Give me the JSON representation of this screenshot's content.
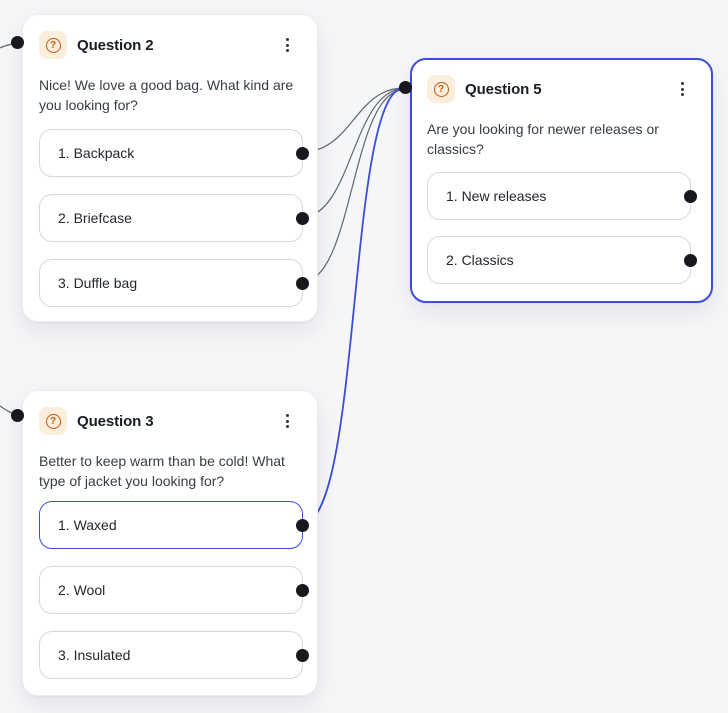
{
  "flow": {
    "canvas_background": "#f5f6f8",
    "accent_color": "#3d4ed8",
    "edge_color": "#63666d",
    "port_color": "#17191e",
    "icon_color": "#c05a12",
    "icon_background": "#fbeedd",
    "question_icon_glyph": "?",
    "nodes": [
      {
        "id": "question-2",
        "title": "Question 2",
        "body": "Nice! We love a good bag. What kind are you looking for?",
        "selected": false,
        "options": [
          {
            "label": "1. Backpack",
            "selected": false
          },
          {
            "label": "2. Briefcase",
            "selected": false
          },
          {
            "label": "3. Duffle bag",
            "selected": false
          }
        ]
      },
      {
        "id": "question-5",
        "title": "Question 5",
        "body": "Are you looking for newer releases or classics?",
        "selected": true,
        "options": [
          {
            "label": "1. New releases",
            "selected": false
          },
          {
            "label": "2. Classics",
            "selected": false
          }
        ]
      },
      {
        "id": "question-3",
        "title": "Question 3",
        "body": "Better to keep warm than be cold! What type of jacket you looking for?",
        "selected": false,
        "options": [
          {
            "label": "1. Waxed",
            "selected": true
          },
          {
            "label": "2. Wool",
            "selected": false
          },
          {
            "label": "3. Insulated",
            "selected": false
          }
        ]
      }
    ],
    "edges": [
      {
        "from": "question-2 / 1. Backpack",
        "to": "question-5",
        "selected": false
      },
      {
        "from": "question-2 / 2. Briefcase",
        "to": "question-5",
        "selected": false
      },
      {
        "from": "question-2 / 3. Duffle bag",
        "to": "question-5",
        "selected": false
      },
      {
        "from": "question-3 / 1. Waxed",
        "to": "question-5",
        "selected": true
      },
      {
        "from": "off-canvas-left",
        "to": "question-2",
        "selected": false
      },
      {
        "from": "off-canvas-left",
        "to": "question-3",
        "selected": false
      }
    ]
  }
}
